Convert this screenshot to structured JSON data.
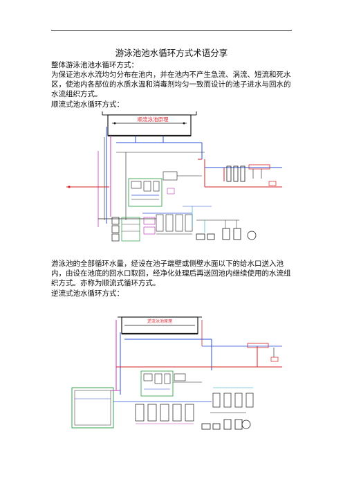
{
  "page": {
    "title": "游泳池池水循环方式术语分享",
    "overall_heading": "整体游泳池池水循环方式：",
    "overall_text": "为保证池水水流均匀分布在池内，并在池内不产生急流、涡流、短流和死水区，使池内各部位的水质水温和消毒剂均匀一致而设计的池子进水与回水的水流组织方式。",
    "forward_heading": "顺流式池水循环方式：",
    "forward_diagram_label": "顺流泳池原理",
    "forward_text": "游泳池的全部循环水量，经设在池子端壁或侧壁水面以下的给水口送入池内，由设在池底的回水口取回，经净化处理后再送回池内继续使用的水流组织方式。亦称为顺流式循环方式。",
    "reverse_heading": "逆流式池水循环方式：",
    "reverse_diagram_label": "逆流泳池原理"
  },
  "colors": {
    "pool_border": "#1a1a1a",
    "pipe_blue": "#2b4fd8",
    "pipe_red": "#d62020",
    "pipe_magenta": "#c23ab8",
    "pipe_green": "#1f9a3a",
    "pipe_cyan": "#16a6c9",
    "label_red": "#e0303a"
  }
}
